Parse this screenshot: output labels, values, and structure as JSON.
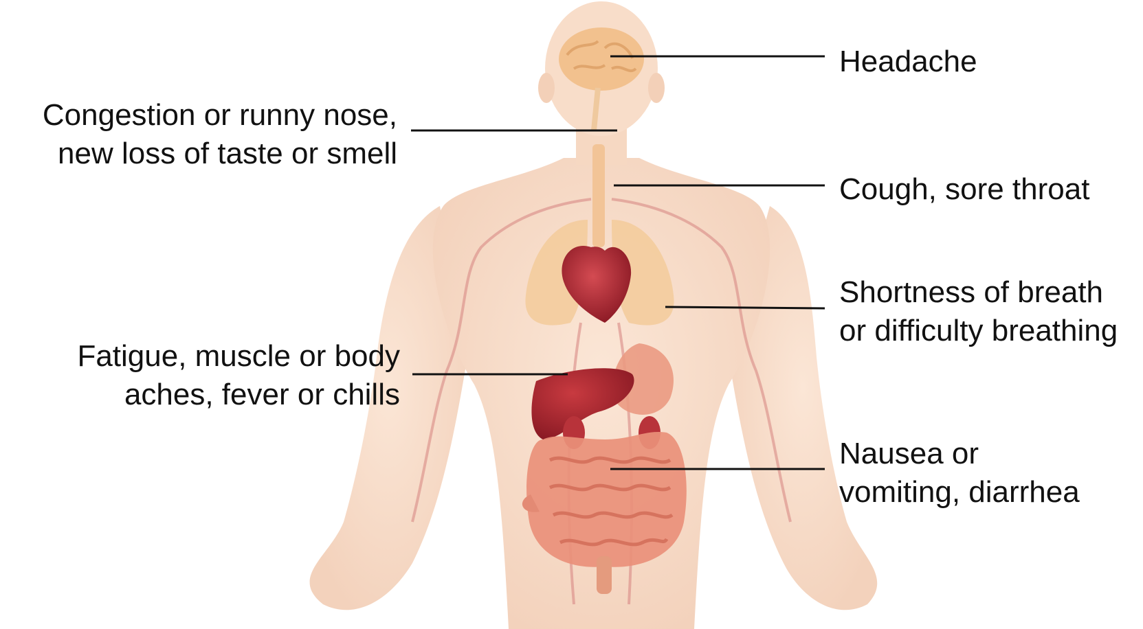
{
  "labels": {
    "headache": {
      "line1": "Headache"
    },
    "congestion": {
      "line1": "Congestion or runny nose,",
      "line2": "new loss of taste or smell"
    },
    "cough": {
      "line1": "Cough, sore throat"
    },
    "breath": {
      "line1": "Shortness of breath",
      "line2": "or difficulty breathing"
    },
    "fatigue": {
      "line1": "Fatigue, muscle or body",
      "line2": "aches, fever or chills"
    },
    "nausea": {
      "line1": "Nausea or",
      "line2": "vomiting, diarrhea"
    }
  },
  "colors": {
    "skin": "#f7dcc7",
    "skin_shadow": "#efc9ae",
    "brain": "#f2c18e",
    "lungs": "#f3cc9f",
    "heart": "#b02a35",
    "liver": "#a8232d",
    "intestines": "#e9907a",
    "vessels": "#d98a86",
    "leader_line": "#111111"
  }
}
